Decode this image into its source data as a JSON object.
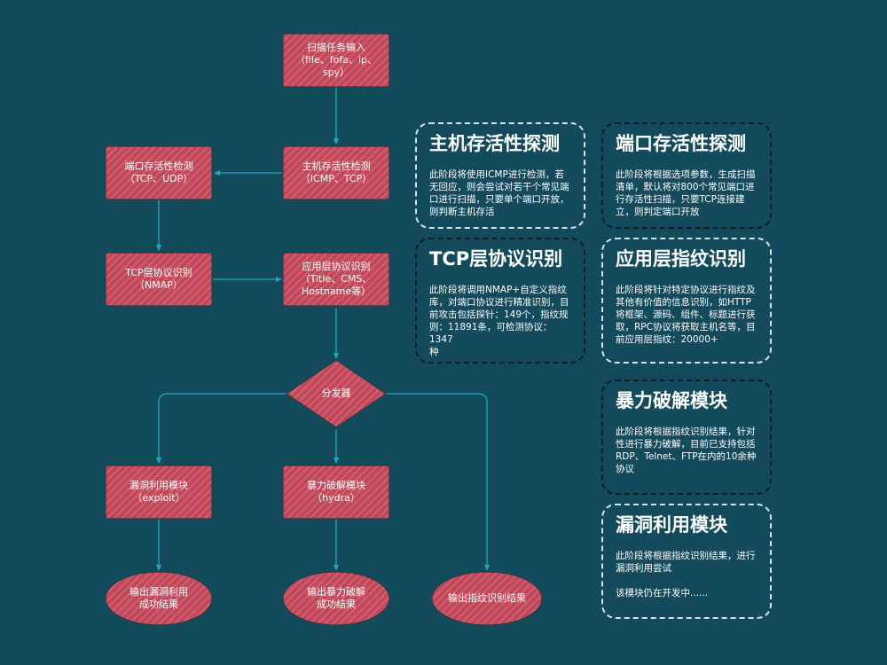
{
  "nodes": {
    "scan_input": "扫描任务输入\n（file、fofa、ip、\nspy）",
    "host_alive": "主机存活性检测\n（ICMP、TCP）",
    "port_alive": "端口存活性检测\n（TCP、UDP）",
    "tcp_proto": "TCP层协议识别\n（NMAP）",
    "app_proto": "应用层协议识别\n（Title、CMS、\nHostname等）",
    "dispatcher": "分发器",
    "exploit_module": "漏洞利用模块\n（exploit）",
    "brute_module": "暴力破解模块\n（hydra）",
    "out_exploit": "输出漏洞利用\n成功结果",
    "out_brute": "输出暴力破解\n成功结果",
    "out_fingerprint": "输出指纹识别结果"
  },
  "cards": {
    "host": {
      "title": "主机存活性探测",
      "body": "此阶段将使用ICMP进行检测，若\n无回应，则会尝试对若干个常见端\n口进行扫描，只要单个端口开放，\n则判断主机存活"
    },
    "port": {
      "title": "端口存活性探测",
      "body": "此阶段将根据选项参数，生成扫描\n清单，默认将对800个常见端口进\n行存活性扫描，只要TCP连接建\n立，则判定端口开放"
    },
    "tcp": {
      "title": "TCP层协议识别",
      "body": "此阶段将调用NMAP+自定义指纹\n库，对端口协议进行精准识别，目\n前攻击包括探针：149个，指纹规\n则：11891条，可检测协议：1347\n种"
    },
    "app": {
      "title": "应用层指纹识别",
      "body": "此阶段将针对特定协议进行指纹及\n其他有价值的信息识别，如HTTP\n将框架、源码、组件、标题进行获\n取，RPC协议将获取主机名等，目\n前应用层指纹：20000+"
    },
    "brute": {
      "title": "暴力破解模块",
      "body": "此阶段将根据指纹识别结果，针对\n性进行暴力破解，目前已支持包括\nRDP、Telnet、FTP在内的10余种\n协议"
    },
    "vuln": {
      "title": "漏洞利用模块",
      "body": "此阶段将根据指纹识别结果，进行\n漏洞利用尝试",
      "note": "该模块仍在开发中......"
    }
  },
  "colors": {
    "background": "#134a5c",
    "node_fill": "#c04a5b",
    "node_hatch": "#e06c7c",
    "node_stroke": "#2f3b47",
    "arrow": "#1fa9bd",
    "text": "#ffffff"
  }
}
